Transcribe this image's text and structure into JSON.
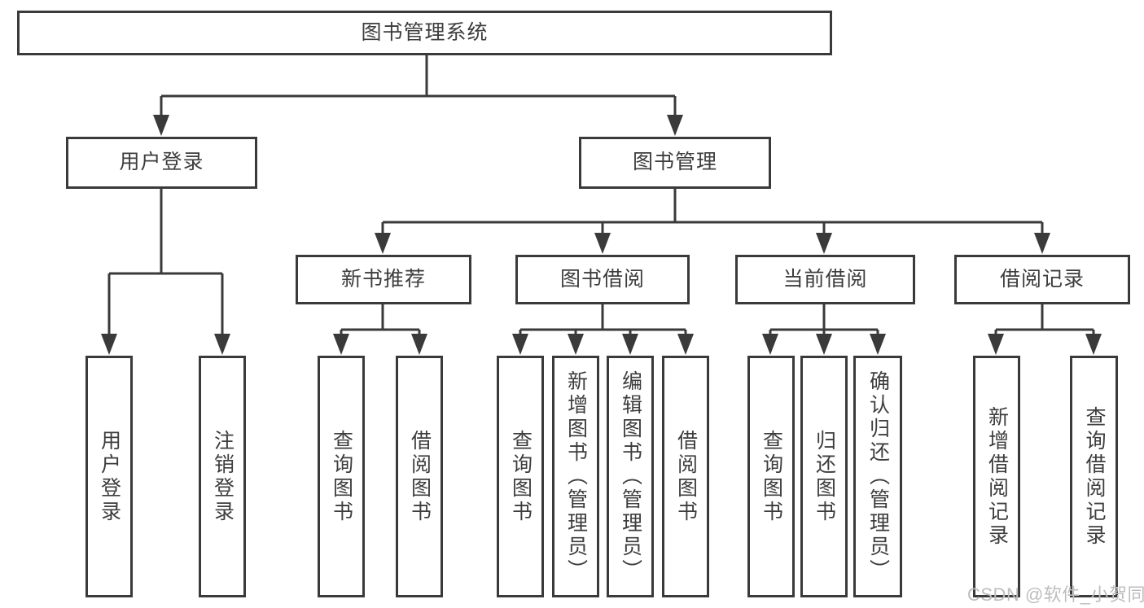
{
  "diagram_type": "hierarchy-functional-structure",
  "root": {
    "label": "图书管理系统",
    "children": [
      {
        "label": "用户登录",
        "children": [
          {
            "label": "用户登录"
          },
          {
            "label": "注销登录"
          }
        ]
      },
      {
        "label": "图书管理",
        "children": [
          {
            "label": "新书推荐",
            "children": [
              {
                "label": "查询图书"
              },
              {
                "label": "借阅图书"
              }
            ]
          },
          {
            "label": "图书借阅",
            "children": [
              {
                "label": "查询图书"
              },
              {
                "label": "新增图书（管理员）"
              },
              {
                "label": "编辑图书（管理员）"
              },
              {
                "label": "借阅图书"
              }
            ]
          },
          {
            "label": "当前借阅",
            "children": [
              {
                "label": "查询图书"
              },
              {
                "label": "归还图书"
              },
              {
                "label": "确认归还（管理员）"
              }
            ]
          },
          {
            "label": "借阅记录",
            "children": [
              {
                "label": "新增借阅记录"
              },
              {
                "label": "查询借阅记录"
              }
            ]
          }
        ]
      }
    ]
  },
  "watermark": "CSDN @软件_小贺同学",
  "colors": {
    "line": "#3a3a3a",
    "box_border": "#3a3a3a",
    "text": "#3d3d3d",
    "watermark": "#bdbdbd",
    "background": "#ffffff"
  }
}
